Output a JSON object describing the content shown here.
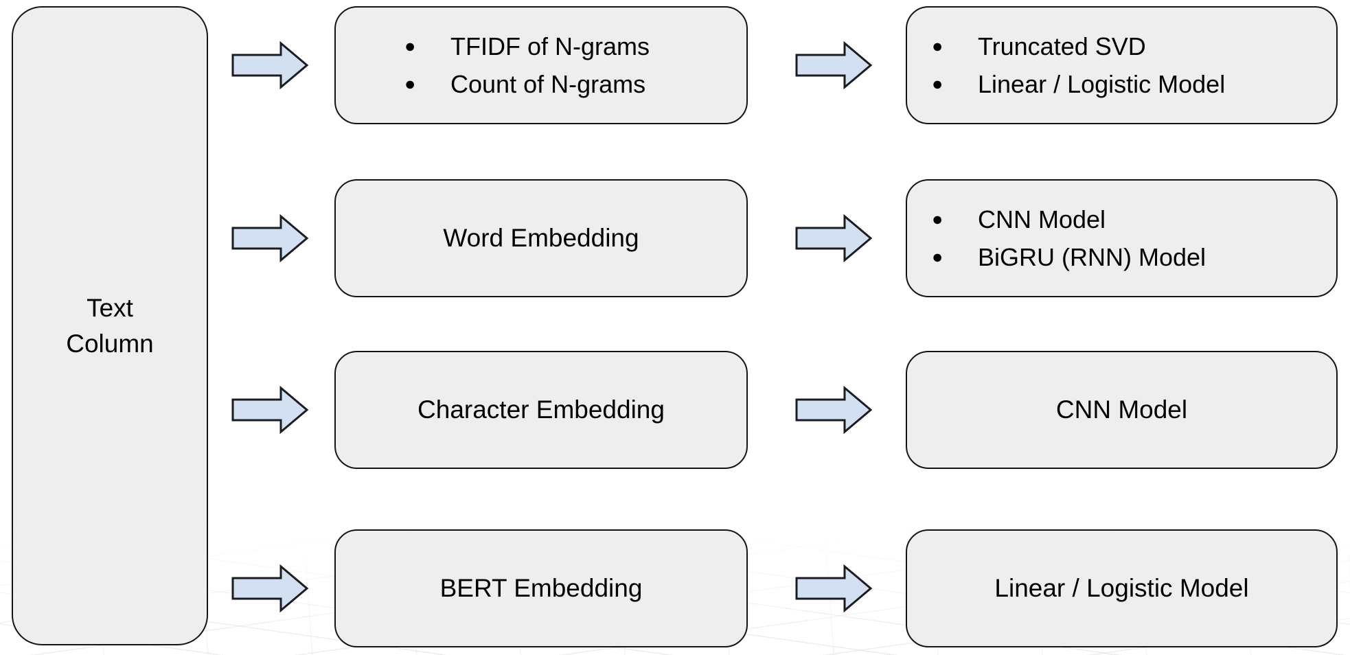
{
  "source": {
    "label": "Text\nColumn"
  },
  "rows": [
    {
      "feature": {
        "items": [
          "TFIDF of N-grams",
          "Count of N-grams"
        ]
      },
      "model": {
        "items": [
          "Truncated SVD",
          "Linear / Logistic Model"
        ]
      }
    },
    {
      "feature": {
        "label": "Word Embedding"
      },
      "model": {
        "items": [
          "CNN Model",
          "BiGRU (RNN) Model"
        ]
      }
    },
    {
      "feature": {
        "label": "Character Embedding"
      },
      "model": {
        "label": "CNN Model"
      }
    },
    {
      "feature": {
        "label": "BERT Embedding"
      },
      "model": {
        "label": "Linear / Logistic Model"
      }
    }
  ],
  "icons": {
    "arrow": "arrow-right-icon"
  },
  "colors": {
    "background": "#ffffff",
    "box_fill": "#eeeeee",
    "box_border": "#141414",
    "arrow_fill": "#d2e0f1",
    "arrow_border": "#1b1b22",
    "text": "#000000",
    "mesh_line": "#c8cdd7"
  }
}
